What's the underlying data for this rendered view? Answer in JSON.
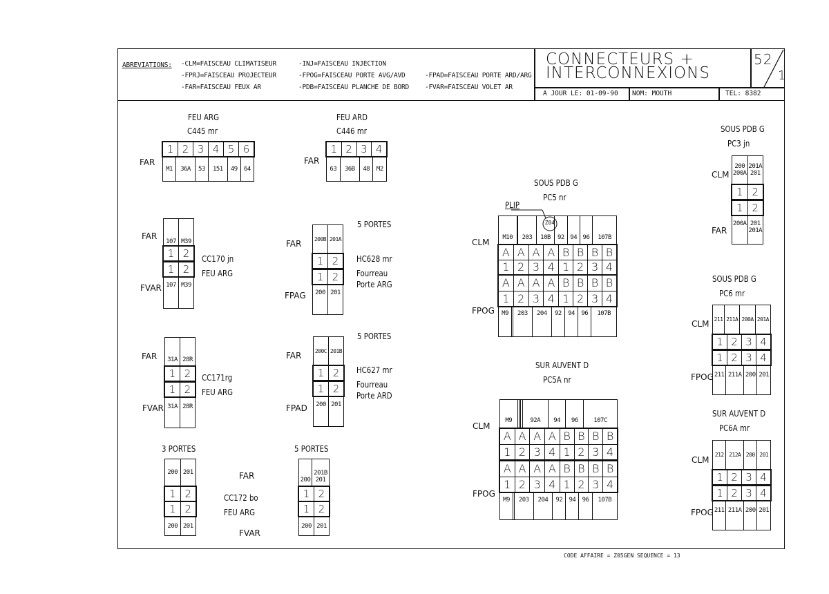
{
  "header": {
    "abbr_label": "ABREVIATIONS:",
    "abbr": [
      "-CLM=FAISCEAU CLIMATISEUR",
      "-FPRJ=FAISCEAU PROJECTEUR",
      "-FAR=FAISCEAU FEUX AR",
      "-INJ=FAISCEAU INJECTION",
      "-FPOG=FAISCEAU PORTE AVG/AVD",
      "-PDB=FAISCEAU PLANCHE DE BORD",
      "-FPAD=FAISCEAU PORTE ARD/ARG",
      "-FVAR=FAISCEAU VOLET AR"
    ],
    "title1": "CONNECTEURS +",
    "title2": "INTERCONNEXIONS",
    "page": "52",
    "sheet": "1",
    "date_label": "A JOUR LE: 01-09-90",
    "name_label": "NOM: MOUTH",
    "tel_label": "TEL: 8382"
  },
  "footer": "CODE AFFAIRE = Z05GEN SEQUENCE = 13",
  "connectors": {
    "feu_arg": {
      "t1": "FEU ARG",
      "t2": "C445 mr",
      "side": "FAR",
      "pins": [
        "1",
        "2",
        "3",
        "4",
        "5",
        "6"
      ],
      "wires": [
        "M1",
        "36A",
        "53",
        "151",
        "49",
        "64"
      ]
    },
    "feu_ard": {
      "t1": "FEU ARD",
      "t2": "C446 mr",
      "side": "FAR",
      "pins": [
        "1",
        "2",
        "3",
        "4"
      ],
      "wires": [
        "63",
        "36B",
        "48",
        "M2"
      ]
    },
    "cc170": {
      "top_side": "FAR",
      "bot_side": "FVAR",
      "top": [
        "107",
        "M39"
      ],
      "bot": [
        "107",
        "M39"
      ],
      "pins": [
        "1",
        "2"
      ],
      "t1": "CC170 jn",
      "t2": "FEU ARG"
    },
    "cc171": {
      "top_side": "FAR",
      "bot_side": "FVAR",
      "top": [
        "31A",
        "28R"
      ],
      "bot": [
        "31A",
        "28R"
      ],
      "pins": [
        "1",
        "2"
      ],
      "t1": "CC171rg",
      "t2": "FEU ARG"
    },
    "cc172": {
      "hdr": "3 PORTES",
      "top": [
        "200",
        "201"
      ],
      "bot": [
        "200",
        "201"
      ],
      "pins": [
        "1",
        "2"
      ],
      "s1": "FAR",
      "t1": "CC172 bo",
      "t2": "FEU ARG",
      "s2": "FVAR"
    },
    "hc628": {
      "hdr": "5 PORTES",
      "top_side": "FAR",
      "bot_side": "FPAG",
      "top": [
        "200B",
        "201A"
      ],
      "bot": [
        "200",
        "201"
      ],
      "pins": [
        "1",
        "2"
      ],
      "t1": "HC628 mr",
      "t2": "Fourreau",
      "t3": "Porte ARG"
    },
    "hc627": {
      "hdr": "5 PORTES",
      "top_side": "FAR",
      "bot_side": "FPAD",
      "top": [
        "200C",
        "201B"
      ],
      "bot": [
        "200",
        "201"
      ],
      "pins": [
        "1",
        "2"
      ],
      "t1": "HC627 mr",
      "t2": "Fourreau",
      "t3": "Porte ARD"
    },
    "p5b": {
      "hdr": "5 PORTES",
      "top": [
        "200",
        "201"
      ],
      "top_extra": "201B",
      "bot": [
        "200",
        "201"
      ],
      "pins": [
        "1",
        "2"
      ]
    },
    "pc5": {
      "t1": "SOUS PDB G",
      "t2": "PC5 nr",
      "plip": "PLIP",
      "circle": "Z04",
      "top_side": "CLM",
      "bot_side": "FPOG",
      "top": [
        "M10",
        "",
        "203",
        "10B",
        "92",
        "94",
        "96",
        "107B"
      ],
      "bot": [
        "M9",
        "",
        "203",
        "204",
        "92",
        "94",
        "96",
        "107B"
      ],
      "letters": [
        "A",
        "A",
        "A",
        "A",
        "B",
        "B",
        "B",
        "B"
      ],
      "nums": [
        "1",
        "2",
        "3",
        "4",
        "1",
        "2",
        "3",
        "4"
      ]
    },
    "pc5a": {
      "t1": "SUR AUVENT D",
      "t2": "PC5A nr",
      "top_side": "CLM",
      "bot_side": "FPOG",
      "top": [
        "M9",
        "",
        "",
        "",
        "92A",
        "94",
        "96",
        "107C"
      ],
      "bot": [
        "M9",
        "",
        "203",
        "204",
        "92",
        "94",
        "96",
        "107B"
      ],
      "letters": [
        "A",
        "A",
        "A",
        "A",
        "B",
        "B",
        "B",
        "B"
      ],
      "nums": [
        "1",
        "2",
        "3",
        "4",
        "1",
        "2",
        "3",
        "4"
      ]
    },
    "pc3": {
      "t1": "SOUS PDB G",
      "t2": "PC3 jn",
      "top_side": "CLM",
      "bot_side": "FAR",
      "top_a": [
        "200",
        "201A"
      ],
      "top_b": [
        "200A",
        "201"
      ],
      "bot": [
        "200A",
        "201"
      ],
      "bot_extra": "201A",
      "pins": [
        "1",
        "2"
      ]
    },
    "pc6": {
      "t1": "SOUS PDB G",
      "t2": "PC6 mr",
      "top_side": "CLM",
      "bot_side": "FPOG",
      "top": [
        "211",
        "211A",
        "200A",
        "201A"
      ],
      "bot": [
        "211",
        "211A",
        "200",
        "201"
      ],
      "pins": [
        "1",
        "2",
        "3",
        "4"
      ]
    },
    "pc6a": {
      "t1": "SUR AUVENT D",
      "t2": "PC6A mr",
      "top_side": "CLM",
      "bot_side": "FPOG",
      "top": [
        "212",
        "212A",
        "200",
        "201"
      ],
      "bot": [
        "211",
        "211A",
        "200",
        "201"
      ],
      "pins": [
        "1",
        "2",
        "3",
        "4"
      ]
    }
  }
}
